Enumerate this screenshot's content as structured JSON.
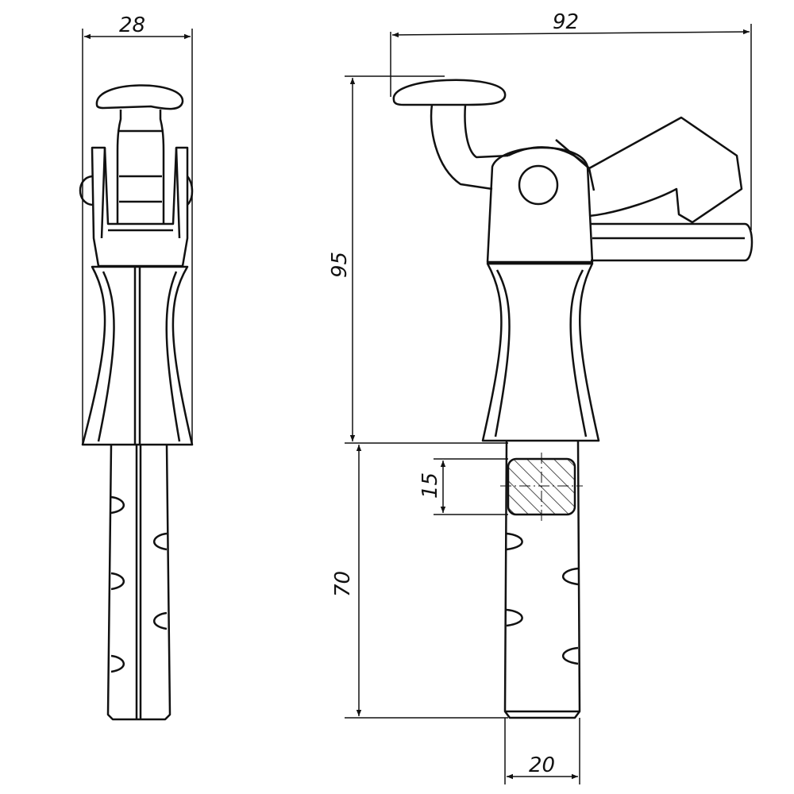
{
  "dimensions": {
    "side_width": "28",
    "front_width": "92",
    "height_upper": "95",
    "height_lower": "70",
    "section_height": "15",
    "pin_width": "20"
  },
  "colors": {
    "ink": "#111111",
    "paper": "#ffffff"
  }
}
